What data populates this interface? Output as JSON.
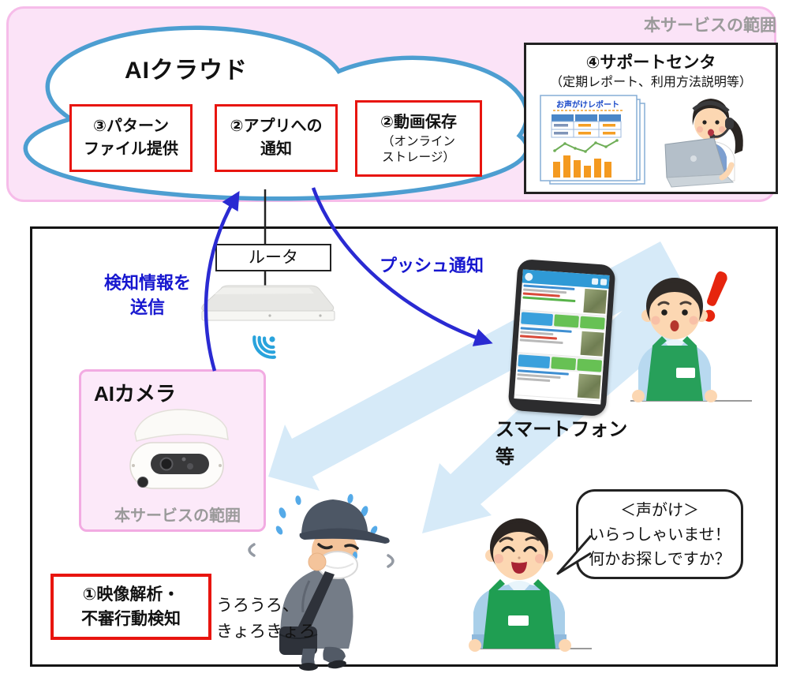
{
  "scope_label_top": "本サービスの範囲",
  "cloud": {
    "title": "AIクラウド",
    "box_pattern": {
      "line1": "③パターン",
      "line2": "ファイル提供"
    },
    "box_notify": {
      "line1": "②アプリへの",
      "line2": "通知"
    },
    "box_storage": {
      "title": "②動画保存",
      "sub1": "（オンライン",
      "sub2": "ストレージ）"
    }
  },
  "support": {
    "title": "④サポートセンタ",
    "subtitle": "（定期レポート、利用方法説明等）",
    "report_title": "お声がけレポート"
  },
  "network": {
    "router": "ルータ",
    "send_line1": "検知情報を",
    "send_line2": "送信",
    "push": "プッシュ通知"
  },
  "camera": {
    "title": "AIカメラ",
    "scope_label": "本サービスの範囲"
  },
  "smartphone": {
    "label": "スマートフォン等"
  },
  "detection_box": {
    "line1": "①映像解析・",
    "line2": "不審行動検知"
  },
  "suspicious": {
    "line1": "うろうろ、",
    "line2": "きょろきょろ"
  },
  "speech_bubble": {
    "line1": "＜声がけ＞",
    "line2": "いらっしゃいませ！",
    "line3": "何かお探しですか？"
  },
  "colors": {
    "pink_bg": "#fbe3f7",
    "pink_border": "#f6bce9",
    "cloud_blue": "#4d9ed1",
    "red": "#e8150f",
    "arrow_blue": "#2a2ad2",
    "blue_text": "#1717cf",
    "band_blue": "#d6eaf8",
    "gray_label": "#9a9a9a",
    "apron_green": "#27a05a",
    "report_orange": "#f49a20",
    "wifi_blue": "#29a3dc"
  }
}
